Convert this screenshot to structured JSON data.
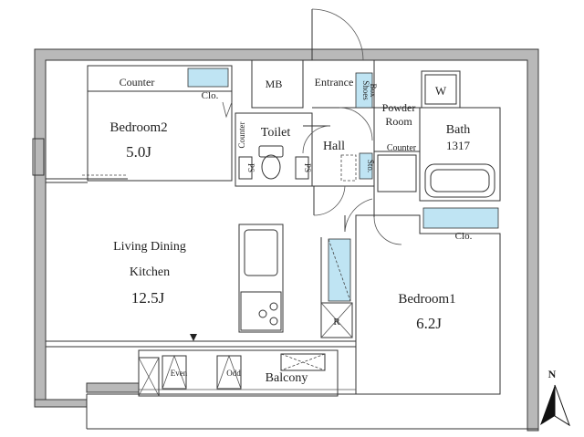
{
  "rooms": {
    "bedroom2": {
      "name": "Bedroom2",
      "size": "5.0J"
    },
    "living": {
      "line1": "Living Dining",
      "line2": "Kitchen",
      "size": "12.5J"
    },
    "bedroom1": {
      "name": "Bedroom1",
      "size": "6.2J"
    },
    "toilet": "Toilet",
    "hall": "Hall",
    "entrance": "Entrance",
    "mb": "MB",
    "powder_line1": "Powder",
    "powder_line2": "Room",
    "bath_line1": "Bath",
    "bath_line2": "1317",
    "balcony": "Balcony"
  },
  "fixtures": {
    "counter_bedroom2": "Counter",
    "closet_bedroom2": "Clo.",
    "closet_bedroom1": "Clo.",
    "counter_toilet": "Counter",
    "counter_powder": "Counter",
    "ps_left": "PS",
    "ps_right": "PS",
    "shoes_line1": "Shoes",
    "shoes_line2": "Box",
    "storage": "Sto.",
    "washer": "W",
    "refrigerator": "R",
    "ac_even": "Even",
    "ac_odd": "Odd"
  },
  "compass": {
    "label": "N"
  }
}
